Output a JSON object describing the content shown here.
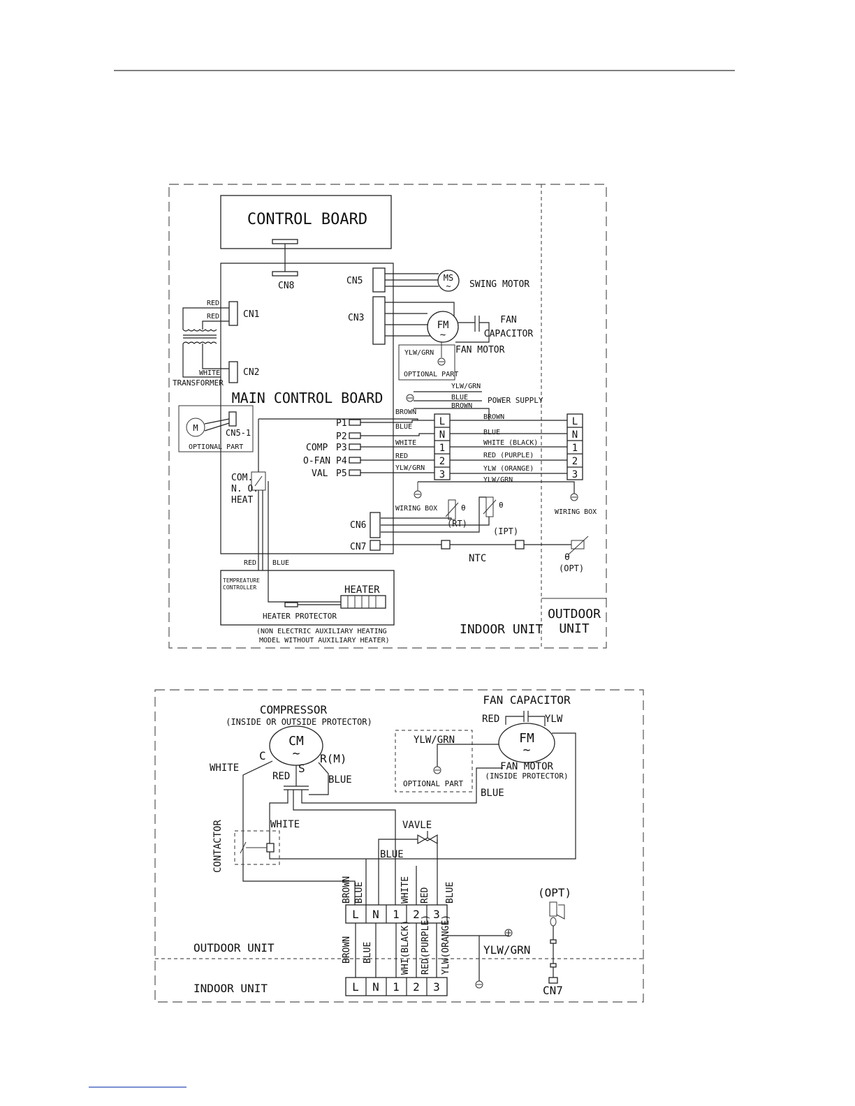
{
  "diagram1": {
    "control_board": "CONTROL BOARD",
    "main_control_board": "MAIN CONTROL BOARD",
    "cn8": "CN8",
    "cn5": "CN5",
    "cn3": "CN3",
    "cn1": "CN1",
    "cn2": "CN2",
    "cn5_1": "CN5-1",
    "cn6": "CN6",
    "cn7": "CN7",
    "ms": "MS",
    "fm": "FM",
    "tilde": "~",
    "m": "M",
    "swing_motor": "SWING MOTOR",
    "fan": "FAN",
    "capacitor": "CAPACITOR",
    "fan_motor": "FAN MOTOR",
    "ylw_grn": "YLW/GRN",
    "optional_part": "OPTIONAL PART",
    "red": "RED",
    "white": "WHITE",
    "blue": "BLUE",
    "brown": "BROWN",
    "transformer": "TRANSFORMER",
    "power_supply": "POWER SUPPLY",
    "p1": "P1",
    "p2": "P2",
    "p3": "P3",
    "p4": "P4",
    "p5": "P5",
    "comp": "COMP",
    "o_fan": "O-FAN",
    "val": "VAL",
    "com": "COM.",
    "no": "N. O.",
    "heat": "HEAT",
    "terminals": [
      "L",
      "N",
      "1",
      "2",
      "3"
    ],
    "white_black": "WHITE (BLACK)",
    "red_purple": "RED (PURPLE)",
    "ylw_orange": "YLW (ORANGE)",
    "wiring_box": "WIRING BOX",
    "theta": "θ",
    "rt": "(RT)",
    "ipt": "(IPT)",
    "opt": "(OPT)",
    "ntc": "NTC",
    "temp_controller_1": "TEMPREATURE",
    "temp_controller_2": "CONTROLLER",
    "heater": "HEATER",
    "heater_protector": "HEATER PROTECTOR",
    "note_1": "(NON ELECTRIC AUXILIARY HEATING",
    "note_2": "MODEL WITHOUT AUXILIARY HEATER)",
    "indoor_unit": "INDOOR UNIT",
    "outdoor_1": "OUTDOOR",
    "outdoor_2": "UNIT"
  },
  "diagram2": {
    "compressor": "COMPRESSOR",
    "protector_note": "(INSIDE OR OUTSIDE PROTECTOR)",
    "cm": "CM",
    "tilde": "~",
    "c": "C",
    "s": "S",
    "r_m": "R(M)",
    "white": "WHITE",
    "red": "RED",
    "blue": "BLUE",
    "fan_capacitor": "FAN CAPACITOR",
    "ylw": "YLW",
    "fm": "FM",
    "fan_motor": "FAN MOTOR",
    "inside_protector": "(INSIDE PROTECTOR)",
    "ylw_grn": "YLW/GRN",
    "optional_part": "OPTIONAL PART",
    "contactor": "CONTACTOR",
    "vavle": "VAVLE",
    "terminals": [
      "L",
      "N",
      "1",
      "2",
      "3"
    ],
    "top_wires": [
      "BROWN",
      "BLUE",
      "WHITE",
      "RED",
      "BLUE"
    ],
    "bottom_wires": [
      "BROWN",
      "BLUE",
      "WHI(BLACK)",
      "RED(PURPLE)",
      "YLW(ORANGE)"
    ],
    "opt": "(OPT)",
    "cn7": "CN7",
    "outdoor_unit": "OUTDOOR UNIT",
    "indoor_unit": "INDOOR UNIT"
  }
}
